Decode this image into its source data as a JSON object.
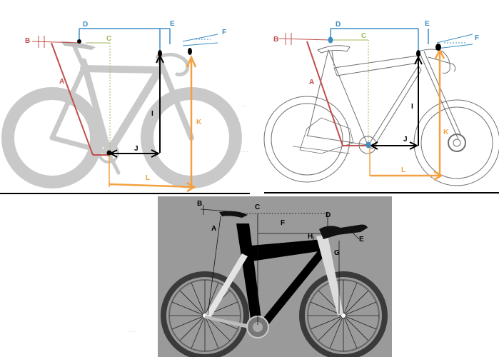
{
  "diagrams": {
    "road": {
      "labels": {
        "A": "A",
        "B": "B",
        "C": "C",
        "D": "D",
        "E": "E",
        "F": "F",
        "I": "I",
        "J": "J",
        "K": "K",
        "L": "L"
      }
    },
    "mtb": {
      "labels": {
        "A": "A",
        "B": "B",
        "C": "C",
        "D": "D",
        "E": "E",
        "F": "F",
        "I": "I",
        "J": "J",
        "K": "K",
        "L": "L"
      }
    },
    "tt": {
      "labels": {
        "A": "A",
        "B": "B",
        "C": "C",
        "D": "D",
        "E": "E",
        "F": "F",
        "G": "G",
        "H": "H"
      }
    }
  },
  "colors": {
    "red": "#c0504d",
    "blue": "#3a8dc5",
    "olive": "#9bbb59",
    "orange": "#f4a040",
    "black": "#000000",
    "road_frame": "#c8c8c8",
    "tt_background": "#9a9a9a"
  }
}
